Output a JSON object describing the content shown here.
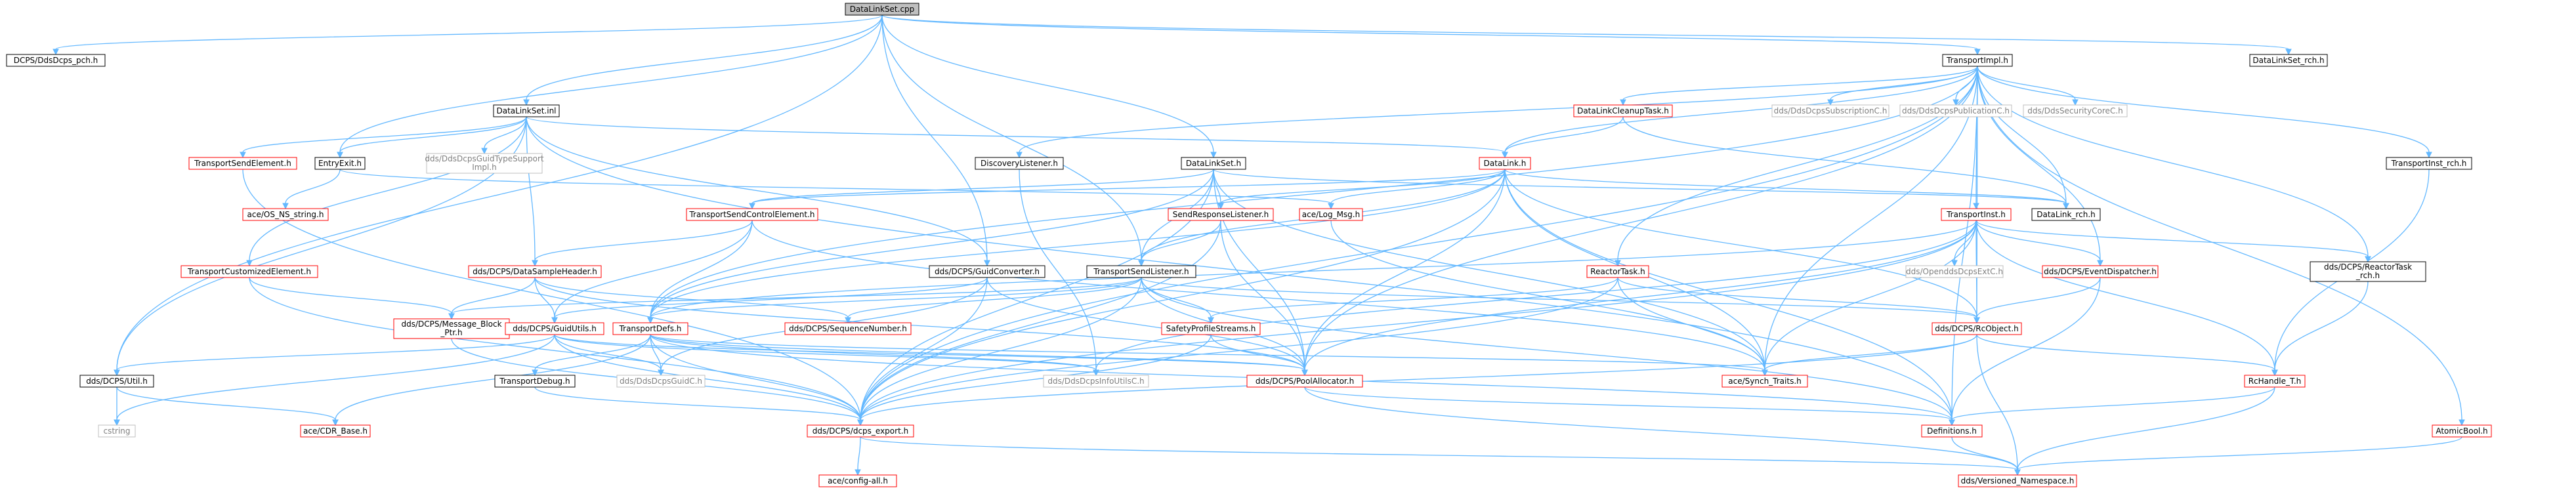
{
  "diagram": {
    "colors": {
      "background": "#ffffff",
      "edge": "#63b8ff",
      "root_fill": "#bfbfbf",
      "root_border": "#000000",
      "documented_border": "#000000",
      "undocumented_border": "#ff0000",
      "system_border": "#bfbfbf",
      "system_text": "#808080",
      "text": "#000000"
    },
    "nodes": [
      {
        "id": "root",
        "label": "DataLinkSet.cpp",
        "kind": "root"
      },
      {
        "id": "pch",
        "label": "DCPS/DdsDcps_pch.h",
        "kind": "documented"
      },
      {
        "id": "tih",
        "label": "TransportImpl.h",
        "kind": "documented"
      },
      {
        "id": "dlsrch",
        "label": "DataLinkSet_rch.h",
        "kind": "documented"
      },
      {
        "id": "dlsinl",
        "label": "DataLinkSet.inl",
        "kind": "documented"
      },
      {
        "id": "dlcleanup",
        "label": "DataLinkCleanupTask.h",
        "kind": "undocumented"
      },
      {
        "id": "subc",
        "label": "dds/DdsDcpsSubscriptionC.h",
        "kind": "system"
      },
      {
        "id": "pubc",
        "label": "dds/DdsDcpsPublicationC.h",
        "kind": "system"
      },
      {
        "id": "secc",
        "label": "dds/DdsSecurityCoreC.h",
        "kind": "system"
      },
      {
        "id": "tsendelem",
        "label": "TransportSendElement.h",
        "kind": "undocumented"
      },
      {
        "id": "entryexit",
        "label": "EntryExit.h",
        "kind": "documented"
      },
      {
        "id": "guidtype",
        "label": "dds/DdsDcpsGuidTypeSupport Impl.h",
        "kind": "system"
      },
      {
        "id": "disclist",
        "label": "DiscoveryListener.h",
        "kind": "documented"
      },
      {
        "id": "datalinkset",
        "label": "DataLinkSet.h",
        "kind": "documented"
      },
      {
        "id": "datalinkh",
        "label": "DataLink.h",
        "kind": "undocumented"
      },
      {
        "id": "tinstrch",
        "label": "TransportInst_rch.h",
        "kind": "documented"
      },
      {
        "id": "osns",
        "label": "ace/OS_NS_string.h",
        "kind": "undocumented"
      },
      {
        "id": "acelog",
        "label": "ace/Log_Msg.h",
        "kind": "undocumented"
      },
      {
        "id": "sendresp",
        "label": "SendResponseListener.h",
        "kind": "undocumented"
      },
      {
        "id": "tsendctrl",
        "label": "TransportSendControlElement.h",
        "kind": "undocumented"
      },
      {
        "id": "dlrch",
        "label": "DataLink_rch.h",
        "kind": "documented"
      },
      {
        "id": "tinst",
        "label": "TransportInst.h",
        "kind": "undocumented"
      },
      {
        "id": "tcustom",
        "label": "TransportCustomizedElement.h",
        "kind": "undocumented"
      },
      {
        "id": "dsheader",
        "label": "dds/DCPS/DataSampleHeader.h",
        "kind": "undocumented"
      },
      {
        "id": "guidconv",
        "label": "dds/DCPS/GuidConverter.h",
        "kind": "documented"
      },
      {
        "id": "tsendlist",
        "label": "TransportSendListener.h",
        "kind": "documented"
      },
      {
        "id": "reactortask",
        "label": "ReactorTask.h",
        "kind": "undocumented"
      },
      {
        "id": "opendds",
        "label": "dds/OpenddsDcpsExtC.h",
        "kind": "system"
      },
      {
        "id": "evdisp",
        "label": "dds/DCPS/EventDispatcher.h",
        "kind": "undocumented"
      },
      {
        "id": "reactorrch",
        "label": "dds/DCPS/ReactorTask _rch.h",
        "kind": "documented"
      },
      {
        "id": "msgblock",
        "label": "dds/DCPS/Message_Block _Ptr.h",
        "kind": "undocumented"
      },
      {
        "id": "guidutils",
        "label": "dds/DCPS/GuidUtils.h",
        "kind": "undocumented"
      },
      {
        "id": "tdefs",
        "label": "TransportDefs.h",
        "kind": "undocumented"
      },
      {
        "id": "seqnum",
        "label": "dds/DCPS/SequenceNumber.h",
        "kind": "undocumented"
      },
      {
        "id": "safety",
        "label": "SafetyProfileStreams.h",
        "kind": "undocumented"
      },
      {
        "id": "rcobj",
        "label": "dds/DCPS/RcObject.h",
        "kind": "undocumented"
      },
      {
        "id": "dcpsutil",
        "label": "dds/DCPS/Util.h",
        "kind": "documented"
      },
      {
        "id": "tdebug",
        "label": "TransportDebug.h",
        "kind": "documented"
      },
      {
        "id": "guidc",
        "label": "dds/DdsDcpsGuidC.h",
        "kind": "system"
      },
      {
        "id": "infoutils",
        "label": "dds/DdsDcpsInfoUtilsC.h",
        "kind": "system"
      },
      {
        "id": "poolalloc",
        "label": "dds/DCPS/PoolAllocator.h",
        "kind": "undocumented"
      },
      {
        "id": "synchtraits",
        "label": "ace/Synch_Traits.h",
        "kind": "undocumented"
      },
      {
        "id": "rchandle",
        "label": "RcHandle_T.h",
        "kind": "undocumented"
      },
      {
        "id": "cstring",
        "label": "cstring",
        "kind": "system"
      },
      {
        "id": "cdrbase",
        "label": "ace/CDR_Base.h",
        "kind": "undocumented"
      },
      {
        "id": "dcpsexport",
        "label": "dds/DCPS/dcps_export.h",
        "kind": "undocumented"
      },
      {
        "id": "definitions",
        "label": "Definitions.h",
        "kind": "undocumented"
      },
      {
        "id": "atomicbool",
        "label": "AtomicBool.h",
        "kind": "undocumented"
      },
      {
        "id": "aceconfig",
        "label": "ace/config-all.h",
        "kind": "undocumented"
      },
      {
        "id": "versioned",
        "label": "dds/Versioned_Namespace.h",
        "kind": "undocumented"
      }
    ],
    "edges": [
      [
        "root",
        "pch"
      ],
      [
        "root",
        "tih"
      ],
      [
        "root",
        "dlsrch"
      ],
      [
        "root",
        "dlsinl"
      ],
      [
        "root",
        "entryexit"
      ],
      [
        "root",
        "datalinkset"
      ],
      [
        "root",
        "tsendlist"
      ],
      [
        "root",
        "guidconv"
      ],
      [
        "root",
        "dcpsutil"
      ],
      [
        "tih",
        "dlcleanup"
      ],
      [
        "tih",
        "subc"
      ],
      [
        "tih",
        "pubc"
      ],
      [
        "tih",
        "secc"
      ],
      [
        "tih",
        "disclist"
      ],
      [
        "tih",
        "datalinkh"
      ],
      [
        "tih",
        "tinstrch"
      ],
      [
        "tih",
        "tinst"
      ],
      [
        "tih",
        "dlrch"
      ],
      [
        "tih",
        "reactortask"
      ],
      [
        "tih",
        "evdisp"
      ],
      [
        "tih",
        "reactorrch"
      ],
      [
        "tih",
        "rcobj"
      ],
      [
        "tih",
        "poolalloc"
      ],
      [
        "tih",
        "synchtraits"
      ],
      [
        "tih",
        "atomicbool"
      ],
      [
        "tih",
        "definitions"
      ],
      [
        "tih",
        "dcpsexport"
      ],
      [
        "tih",
        "tdefs"
      ],
      [
        "dlsinl",
        "tsendelem"
      ],
      [
        "dlsinl",
        "entryexit"
      ],
      [
        "dlsinl",
        "guidtype"
      ],
      [
        "dlsinl",
        "datalinkh"
      ],
      [
        "dlsinl",
        "tcustom"
      ],
      [
        "dlsinl",
        "dsheader"
      ],
      [
        "dlsinl",
        "guidconv"
      ],
      [
        "dlsinl",
        "dcpsutil"
      ],
      [
        "dlsinl",
        "definitions"
      ],
      [
        "dlcleanup",
        "datalinkh"
      ],
      [
        "dlcleanup",
        "dlrch"
      ],
      [
        "tsendelem",
        "dcpsexport"
      ],
      [
        "entryexit",
        "osns"
      ],
      [
        "entryexit",
        "acelog"
      ],
      [
        "disclist",
        "infoutils"
      ],
      [
        "datalinkset",
        "sendresp"
      ],
      [
        "datalinkset",
        "tsendctrl"
      ],
      [
        "datalinkset",
        "dlrch"
      ],
      [
        "datalinkset",
        "synchtraits"
      ],
      [
        "datalinkset",
        "poolalloc"
      ],
      [
        "datalinkset",
        "tsendlist"
      ],
      [
        "datalinkset",
        "tdefs"
      ],
      [
        "datalinkset",
        "dcpsexport"
      ],
      [
        "datalinkh",
        "sendresp"
      ],
      [
        "datalinkh",
        "tsendctrl"
      ],
      [
        "datalinkh",
        "dlrch"
      ],
      [
        "datalinkh",
        "tsendlist"
      ],
      [
        "datalinkh",
        "tdefs"
      ],
      [
        "datalinkh",
        "rcobj"
      ],
      [
        "datalinkh",
        "poolalloc"
      ],
      [
        "datalinkh",
        "synchtraits"
      ],
      [
        "datalinkh",
        "dcpsexport"
      ],
      [
        "datalinkh",
        "definitions"
      ],
      [
        "datalinkh",
        "acelog"
      ],
      [
        "tinstrch",
        "rchandle"
      ],
      [
        "acelog",
        "synchtraits"
      ],
      [
        "sendresp",
        "tsendlist"
      ],
      [
        "sendresp",
        "poolalloc"
      ],
      [
        "sendresp",
        "dcpsexport"
      ],
      [
        "tsendctrl",
        "dsheader"
      ],
      [
        "tsendctrl",
        "tdefs"
      ],
      [
        "tsendctrl",
        "guidutils"
      ],
      [
        "tsendctrl",
        "synchtraits"
      ],
      [
        "tinst",
        "opendds"
      ],
      [
        "tinst",
        "evdisp"
      ],
      [
        "tinst",
        "reactorrch"
      ],
      [
        "tinst",
        "rcobj"
      ],
      [
        "tinst",
        "rchandle"
      ],
      [
        "tinst",
        "poolalloc"
      ],
      [
        "tinst",
        "synchtraits"
      ],
      [
        "tinst",
        "dcpsexport"
      ],
      [
        "tinst",
        "tdefs"
      ],
      [
        "tinst",
        "infoutils"
      ],
      [
        "tcustom",
        "msgblock"
      ],
      [
        "tcustom",
        "dcpsexport"
      ],
      [
        "dsheader",
        "msgblock"
      ],
      [
        "dsheader",
        "guidutils"
      ],
      [
        "dsheader",
        "seqnum"
      ],
      [
        "dsheader",
        "poolalloc"
      ],
      [
        "guidconv",
        "guidutils"
      ],
      [
        "guidconv",
        "dcpsexport"
      ],
      [
        "guidconv",
        "poolalloc"
      ],
      [
        "guidconv",
        "guidc"
      ],
      [
        "tsendlist",
        "tdefs"
      ],
      [
        "tsendlist",
        "msgblock"
      ],
      [
        "tsendlist",
        "seqnum"
      ],
      [
        "tsendlist",
        "rcobj"
      ],
      [
        "tsendlist",
        "poolalloc"
      ],
      [
        "tsendlist",
        "dcpsexport"
      ],
      [
        "tsendlist",
        "safety"
      ],
      [
        "tsendlist",
        "definitions"
      ],
      [
        "reactortask",
        "rcobj"
      ],
      [
        "reactortask",
        "synchtraits"
      ],
      [
        "reactortask",
        "safety"
      ],
      [
        "reactortask",
        "dcpsexport"
      ],
      [
        "evdisp",
        "rcobj"
      ],
      [
        "evdisp",
        "definitions"
      ],
      [
        "reactorrch",
        "rchandle"
      ],
      [
        "msgblock",
        "dcpsexport"
      ],
      [
        "guidutils",
        "dcpsutil"
      ],
      [
        "guidutils",
        "guidc"
      ],
      [
        "guidutils",
        "infoutils"
      ],
      [
        "guidutils",
        "dcpsexport"
      ],
      [
        "guidutils",
        "poolalloc"
      ],
      [
        "guidutils",
        "cstring"
      ],
      [
        "tdefs",
        "tdebug"
      ],
      [
        "tdefs",
        "cdrbase"
      ],
      [
        "tdefs",
        "guidc"
      ],
      [
        "tdefs",
        "poolalloc"
      ],
      [
        "tdefs",
        "synchtraits"
      ],
      [
        "tdefs",
        "definitions"
      ],
      [
        "tdefs",
        "dcpsexport"
      ],
      [
        "tdefs",
        "infoutils"
      ],
      [
        "safety",
        "poolalloc"
      ],
      [
        "safety",
        "dcpsexport"
      ],
      [
        "rcobj",
        "synchtraits"
      ],
      [
        "rcobj",
        "rchandle"
      ],
      [
        "rcobj",
        "dcpsexport"
      ],
      [
        "rcobj",
        "versioned"
      ],
      [
        "dcpsutil",
        "cstring"
      ],
      [
        "dcpsutil",
        "cdrbase"
      ],
      [
        "tdebug",
        "dcpsexport"
      ],
      [
        "poolalloc",
        "definitions"
      ],
      [
        "poolalloc",
        "versioned"
      ],
      [
        "rchandle",
        "definitions"
      ],
      [
        "rchandle",
        "versioned"
      ],
      [
        "dcpsexport",
        "aceconfig"
      ],
      [
        "dcpsexport",
        "versioned"
      ],
      [
        "definitions",
        "versioned"
      ],
      [
        "atomicbool",
        "versioned"
      ]
    ]
  }
}
